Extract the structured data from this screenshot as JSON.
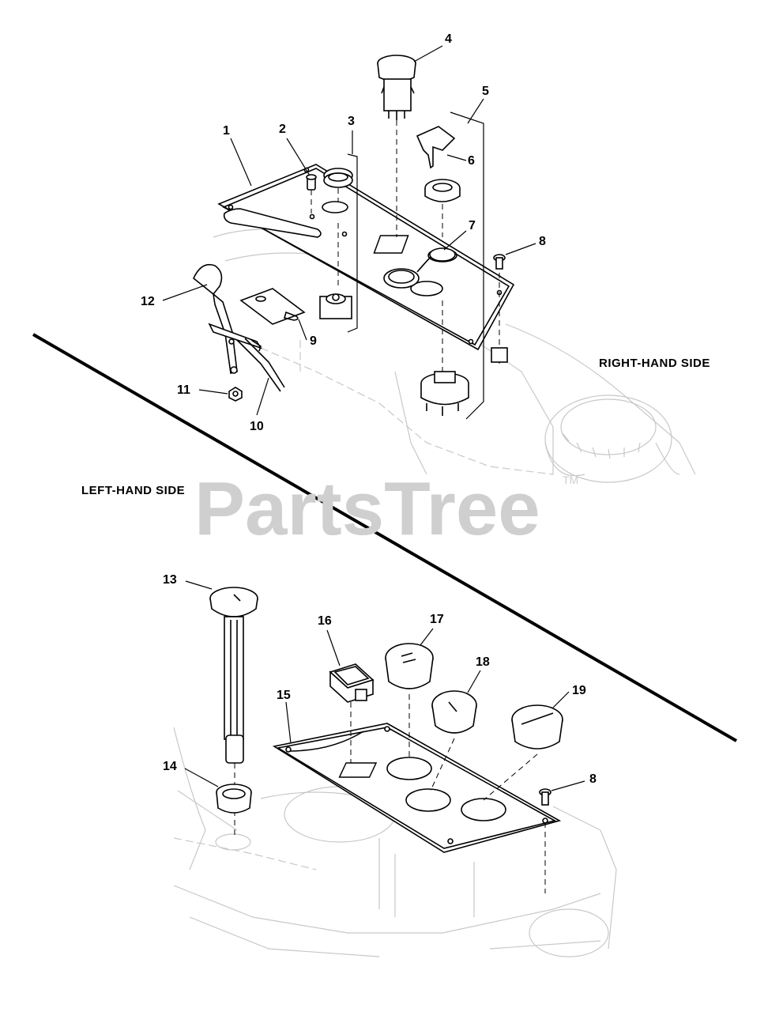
{
  "labels": {
    "right_side": "RIGHT-HAND SIDE",
    "left_side": "LEFT-HAND SIDE"
  },
  "watermark": {
    "text": "PartsTree",
    "mark": "TM"
  },
  "callouts": {
    "c1": "1",
    "c2": "2",
    "c3": "3",
    "c4": "4",
    "c5": "5",
    "c6": "6",
    "c7": "7",
    "c8a": "8",
    "c9": "9",
    "c10": "10",
    "c11": "11",
    "c12": "12",
    "c13": "13",
    "c14": "14",
    "c15": "15",
    "c16": "16",
    "c17": "17",
    "c18": "18",
    "c19": "19",
    "c8b": "8"
  },
  "colors": {
    "line": "#000000",
    "ghost": "#c8c8c8",
    "watermark": "#cfcfcf"
  }
}
